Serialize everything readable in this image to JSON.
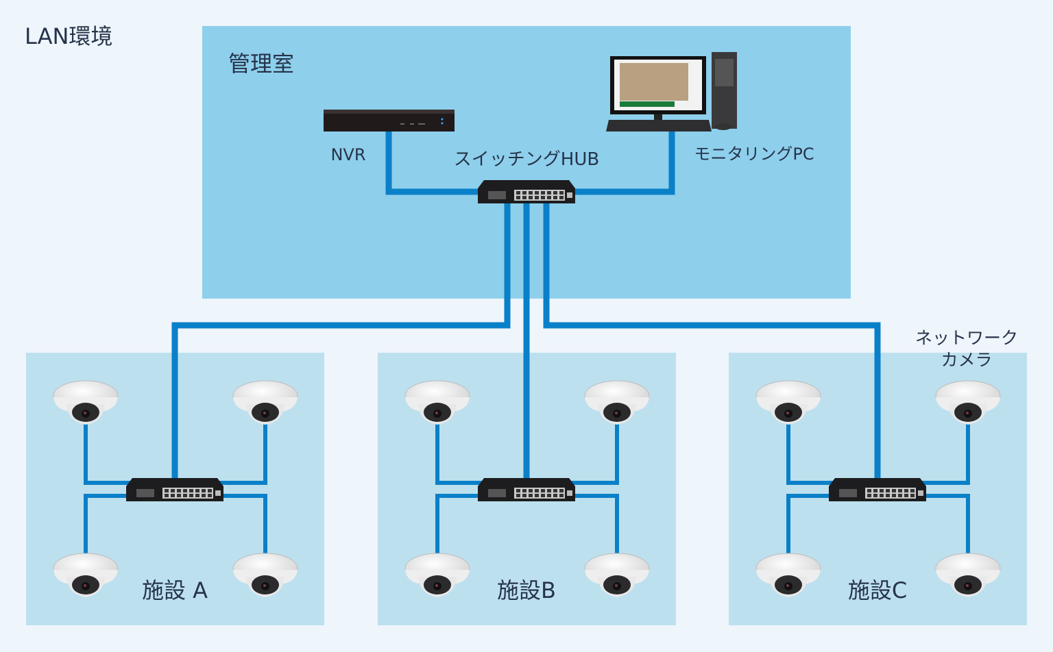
{
  "title": "LAN環境",
  "management_room": {
    "label": "管理室",
    "nvr_label": "NVR",
    "hub_label": "スイッチングHUB",
    "pc_label": "モニタリングPC"
  },
  "camera_label": [
    "ネットワーク",
    "カメラ"
  ],
  "facilities": [
    {
      "label": "施設 A"
    },
    {
      "label": "施設B"
    },
    {
      "label": "施設C"
    }
  ],
  "colors": {
    "background": "#eef5fb",
    "management_room": "#8ecfec",
    "facility": "#bde0ef",
    "cable": "#0a80c8",
    "text": "#26344a"
  }
}
